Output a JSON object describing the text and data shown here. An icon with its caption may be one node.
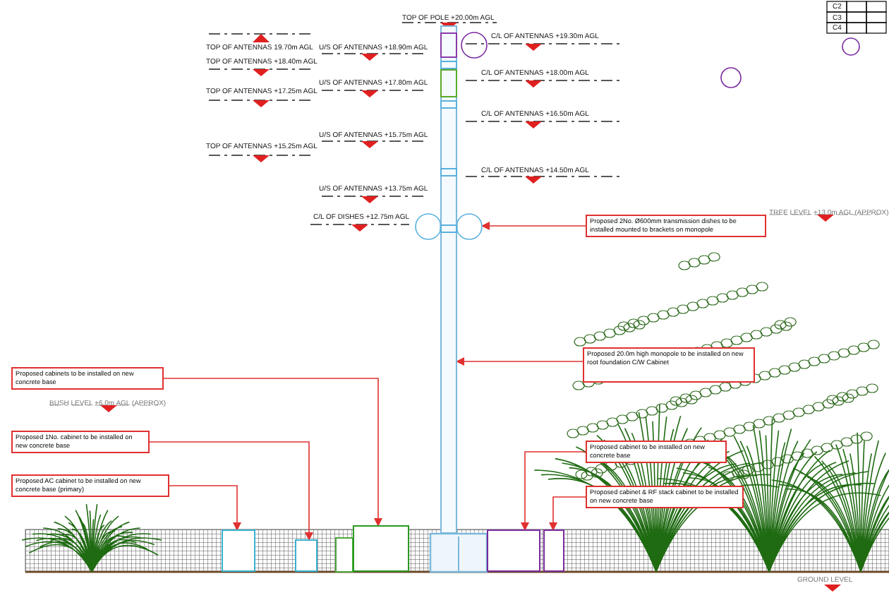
{
  "diagram": {
    "nodes": [
      {
        "text": [
          "Proposed 2No. Ø600mm transmission dishes to be installed mounted to brackets on monopole"
        ]
      },
      {
        "text": [
          "Proposed 20.0m high monopole to be installed on new root foundation C/W Cabinet"
        ]
      },
      {
        "text": [
          "Proposed cabinets to be installed on new concrete base"
        ]
      },
      {
        "text": [
          "Proposed 1No. cabinet to be installed on new concrete base"
        ]
      },
      {
        "text": [
          "Proposed cabinet to be installed on new concrete base"
        ]
      },
      {
        "text": [
          "Proposed AC cabinet to be installed on new concrete base (primary)"
        ]
      },
      {
        "text": [
          "Proposed cabinet & RF stack cabinet to be installed on new concrete base"
        ]
      },
      {
        "text": [],
        "shape": "circle"
      },
      {
        "text": [],
        "shape": "bar"
      },
      {
        "text": [],
        "shape": "box"
      },
      {
        "text": [],
        "shape": "box"
      },
      {
        "text": [],
        "shape": "box"
      },
      {
        "text": [],
        "shape": "box"
      },
      {
        "text": [],
        "shape": "box"
      }
    ],
    "edges": [
      {
        "from": 0,
        "to": 7,
        "arrow": "to"
      },
      {
        "from": 1,
        "to": 8,
        "arrow": "to"
      },
      {
        "from": 2,
        "to": 11,
        "arrow": "to"
      },
      {
        "from": 3,
        "to": 10,
        "arrow": "to"
      },
      {
        "from": 4,
        "to": 12,
        "arrow": "to"
      },
      {
        "from": 5,
        "to": 9,
        "arrow": "to"
      },
      {
        "from": 6,
        "to": 13,
        "arrow": "to"
      }
    ],
    "labels": [
      "TOP OF POLE +20.00m AGL",
      "TOP OF ANTENNAS 19.70m AGL",
      "U/S OF ANTENNAS +18.90m AGL",
      "C/L OF ANTENNAS +19.30m AGL",
      "TOP OF ANTENNAS +18.40m AGL",
      "C/L OF ANTENNAS +18.00m AGL",
      "U/S OF ANTENNAS +17.80m AGL",
      "TOP OF ANTENNAS +17.25m AGL",
      "C/L OF ANTENNAS +16.50m AGL",
      "U/S OF ANTENNAS +15.75m AGL",
      "TOP OF ANTENNAS +15.25m AGL",
      "C/L OF ANTENNAS +14.50m AGL",
      "U/S OF ANTENNAS +13.75m AGL",
      "TREE LEVEL +13.0m AGL (APPROX)",
      "C/L OF DISHES +12.75m AGL",
      "BUSH LEVEL +6.0m AGL (APPROX)",
      "GROUND LEVEL",
      "C2",
      "C3",
      "C4"
    ]
  }
}
